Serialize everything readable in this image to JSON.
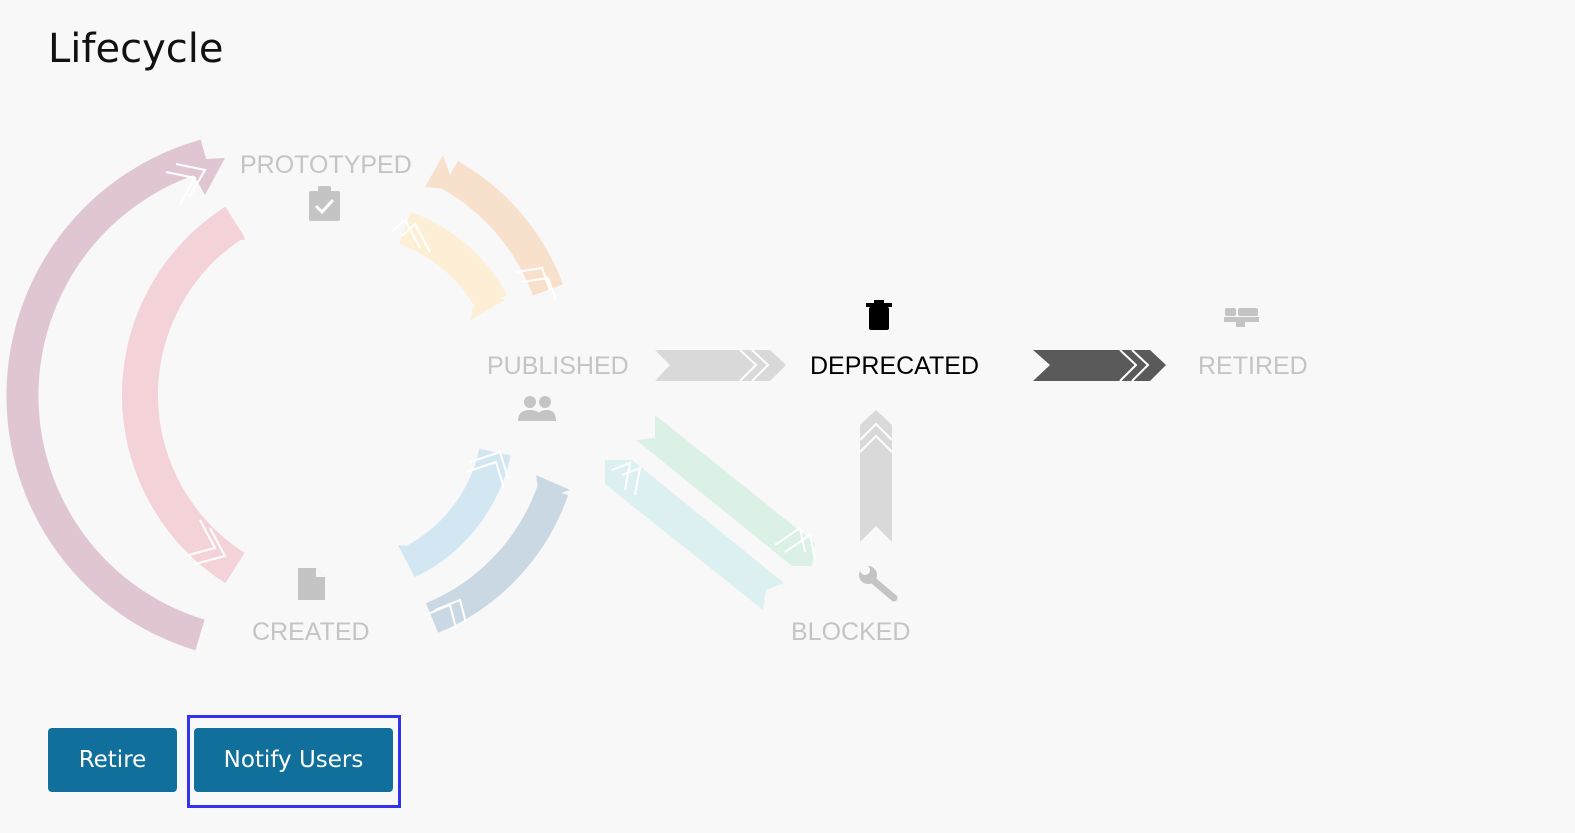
{
  "page": {
    "title": "Lifecycle"
  },
  "lifecycle": {
    "current_state": "DEPRECATED",
    "states": {
      "prototyped": {
        "label": "PROTOTYPED",
        "icon": "clipboard-check-icon"
      },
      "published": {
        "label": "PUBLISHED",
        "icon": "users-icon"
      },
      "deprecated": {
        "label": "DEPRECATED",
        "icon": "trash-icon"
      },
      "retired": {
        "label": "RETIRED",
        "icon": "bed-icon"
      },
      "created": {
        "label": "CREATED",
        "icon": "file-icon"
      },
      "blocked": {
        "label": "BLOCKED",
        "icon": "wrench-icon"
      }
    },
    "colors": {
      "inactive_label": "#c4c4c4",
      "active_label": "#000000",
      "created_prototyped_arrow": "#dfc6d2",
      "prototyped_created_arrow": "#f4d3d8",
      "prototyped_published_arrow": "#f8e1cc",
      "published_prototyped_arrow": "#fcefd6",
      "published_created_arrow": "#d3e7f2",
      "created_published_arrow": "#c9d8e2",
      "published_blocked_arrow": "#dcf1e6",
      "blocked_published_arrow": "#dcf0f1",
      "published_deprecated_arrow": "#d9d9d9",
      "blocked_deprecated_arrow": "#d9d9d9",
      "deprecated_retired_arrow": "#5a5a5a"
    }
  },
  "actions": {
    "retire_label": "Retire",
    "notify_label": "Notify Users",
    "button_color": "#10709b",
    "focus_color": "#3333ee"
  }
}
